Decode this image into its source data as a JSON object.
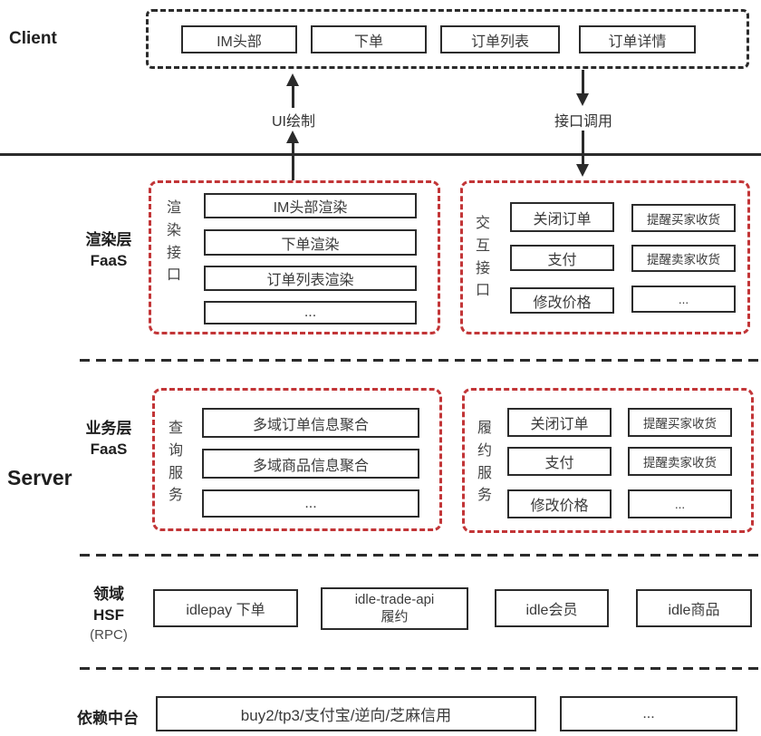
{
  "labels": {
    "client": "Client",
    "server": "Server"
  },
  "client_row": {
    "boxes": [
      "IM头部",
      "下单",
      "订单列表",
      "订单详情"
    ]
  },
  "arrows": {
    "ui_draw": "UI绘制",
    "api_call": "接口调用"
  },
  "render_layer": {
    "title_line1": "渲染层",
    "title_line2": "FaaS",
    "render_group": {
      "side_label": "渲染接口",
      "items": [
        "IM头部渲染",
        "下单渲染",
        "订单列表渲染",
        "..."
      ]
    },
    "interact_group": {
      "side_label": "交互接口",
      "col1": [
        "关闭订单",
        "支付",
        "修改价格"
      ],
      "col2": [
        "提醒买家收货",
        "提醒卖家收货",
        "..."
      ]
    }
  },
  "business_layer": {
    "title_line1": "业务层",
    "title_line2": "FaaS",
    "query_group": {
      "side_label": "查询服务",
      "items": [
        "多域订单信息聚合",
        "多域商品信息聚合",
        "..."
      ]
    },
    "fulfill_group": {
      "side_label": "履约服务",
      "col1": [
        "关闭订单",
        "支付",
        "修改价格"
      ],
      "col2": [
        "提醒买家收货",
        "提醒卖家收货",
        "..."
      ]
    }
  },
  "hsf_layer": {
    "title_line1": "领域",
    "title_line2": "HSF",
    "title_line3": "(RPC)",
    "box_idlepay": "idlepay 下单",
    "box_trade_line1": "idle-trade-api",
    "box_trade_line2": "履约",
    "box_member": "idle会员",
    "box_item": "idle商品"
  },
  "platform_layer": {
    "title": "依赖中台",
    "box_main": "buy2/tp3/支付宝/逆向/芝麻信用",
    "box_more": "..."
  },
  "colors": {
    "red_dashed": "#c23537",
    "line_black": "#2b2b2b"
  }
}
